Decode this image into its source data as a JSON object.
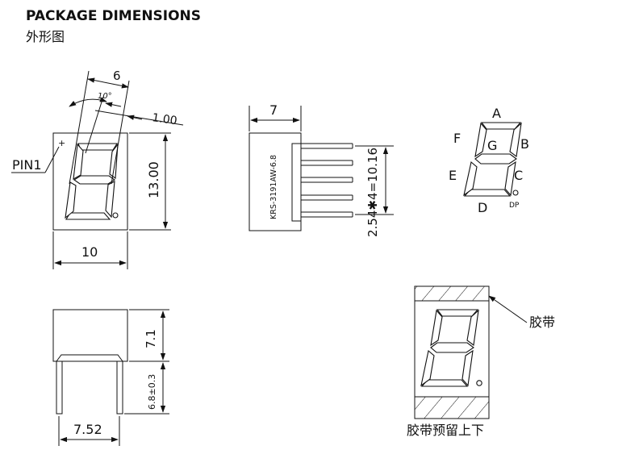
{
  "header": {
    "title": "PACKAGE DIMENSIONS",
    "subtitle": "外形图"
  },
  "front_view": {
    "width": "10",
    "height": "13.00",
    "top_width": "6",
    "angle": "10°",
    "segment_thickness": "1.00",
    "pin_label": "PIN1",
    "pin_mark": "+"
  },
  "side_view": {
    "body_width": "7",
    "part_number": "KRS-3191AW-6.8",
    "pin_pitch": "2.54✱4=10.16"
  },
  "segment_map": {
    "labels": {
      "a": "A",
      "b": "B",
      "c": "C",
      "d": "D",
      "e": "E",
      "f": "F",
      "g": "G",
      "dp": "DP"
    }
  },
  "bottom_view": {
    "body_height": "7.1",
    "pin_length": "6.8±0.3",
    "depth": "7.52"
  },
  "tape_view": {
    "tape_label": "胶带",
    "caption": "胶带预留上下"
  }
}
